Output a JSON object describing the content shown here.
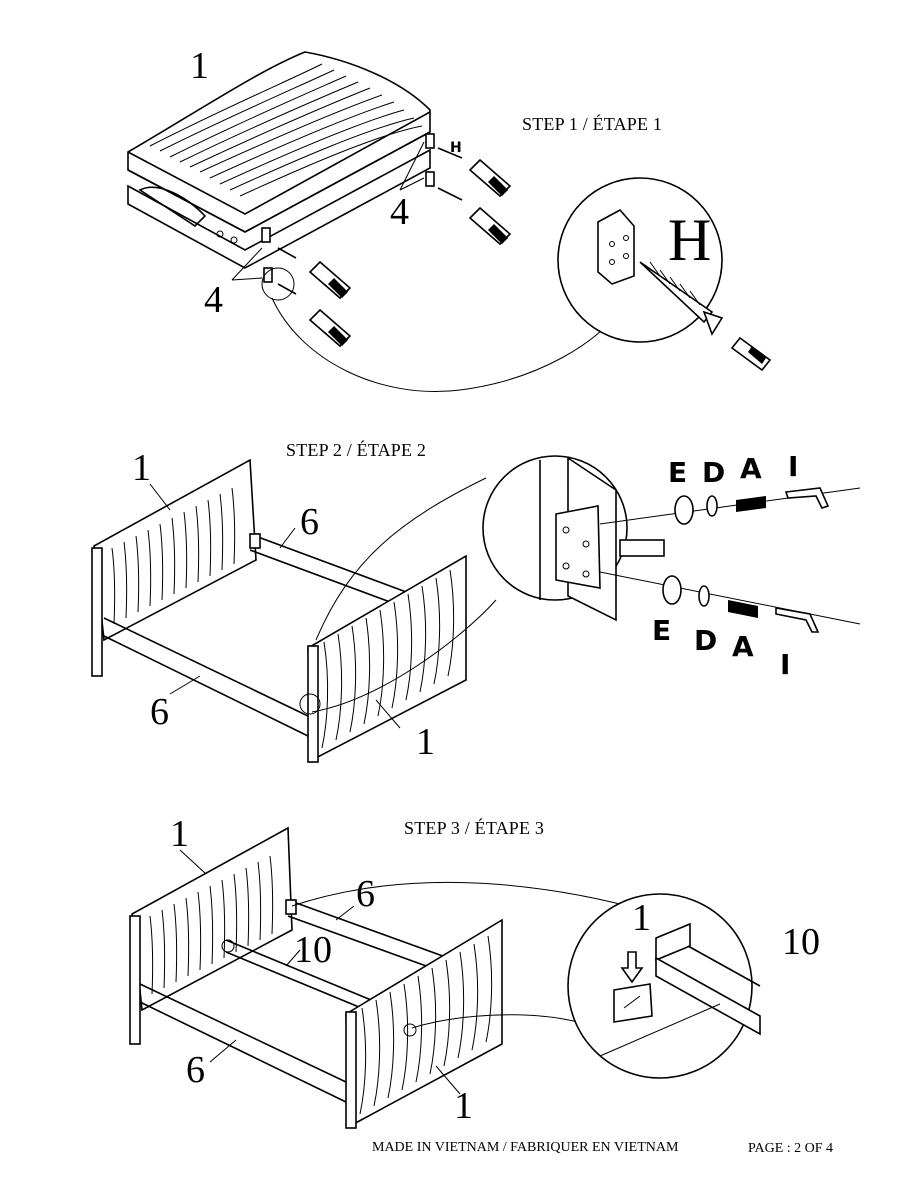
{
  "step1": {
    "title": "STEP 1 / ÉTAPE 1",
    "labels": {
      "part_1": "1",
      "part_4_right": "4",
      "part_4_left": "4",
      "screw_h": "H",
      "detail_h": "H"
    }
  },
  "step2": {
    "title": "STEP 2 / ÉTAPE 2",
    "labels": {
      "part_1_left": "1",
      "part_1_right": "1",
      "part_6_top": "6",
      "part_6_bottom": "6"
    },
    "hardware_top": [
      "E",
      "D",
      "A",
      "I"
    ],
    "hardware_bottom": [
      "E",
      "D",
      "A",
      "I"
    ]
  },
  "step3": {
    "title": "STEP 3 / ÉTAPE 3",
    "labels": {
      "part_1_left": "1",
      "part_1_right": "1",
      "part_6_top": "6",
      "part_6_bottom": "6",
      "part_10": "10",
      "detail_1": "1",
      "detail_10": "10"
    }
  },
  "footer": {
    "made_in": "MADE IN VIETNAM  / FABRIQUER EN VIETNAM",
    "page": "PAGE : 2 OF 4"
  }
}
